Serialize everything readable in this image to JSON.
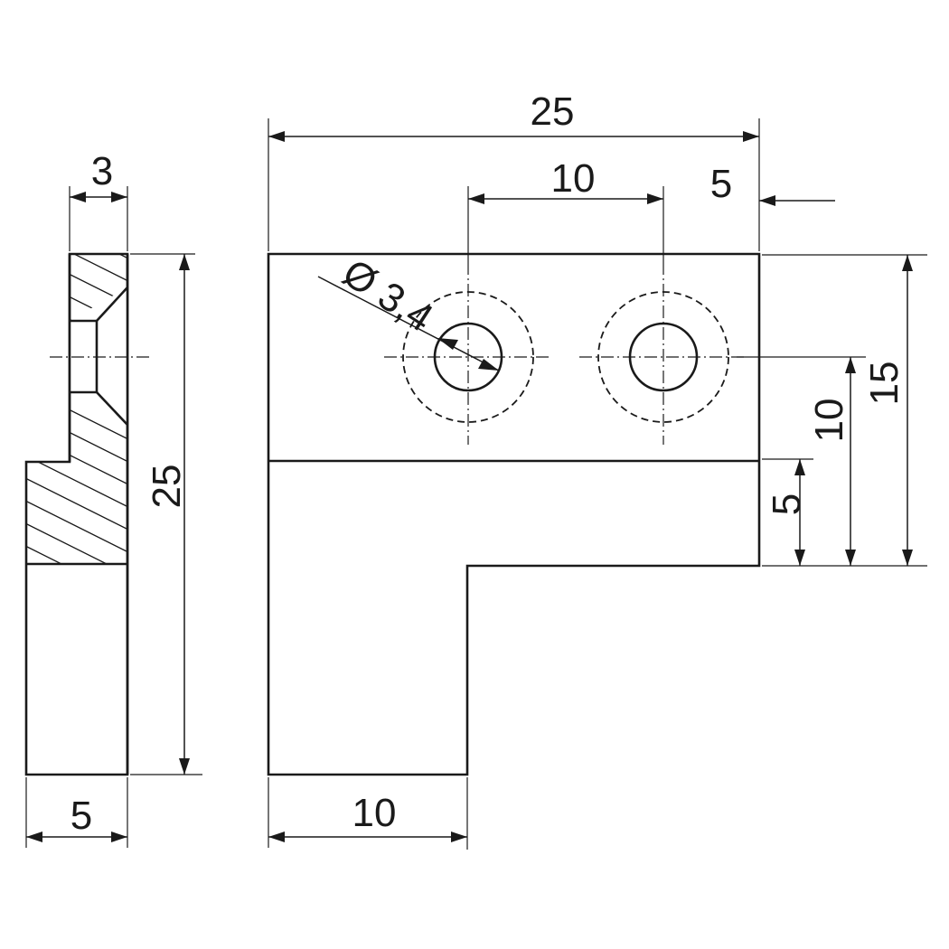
{
  "side_view": {
    "dim_top_width": "3",
    "dim_height": "25",
    "dim_bottom_width": "5"
  },
  "front_view": {
    "dim_total_width": "25",
    "dim_hole_spacing": "10",
    "dim_right_offset": "5",
    "dim_hole_diameter": "Ø 3,4",
    "dim_right_15": "15",
    "dim_right_10": "10",
    "dim_right_5": "5",
    "dim_leg_width": "10"
  }
}
